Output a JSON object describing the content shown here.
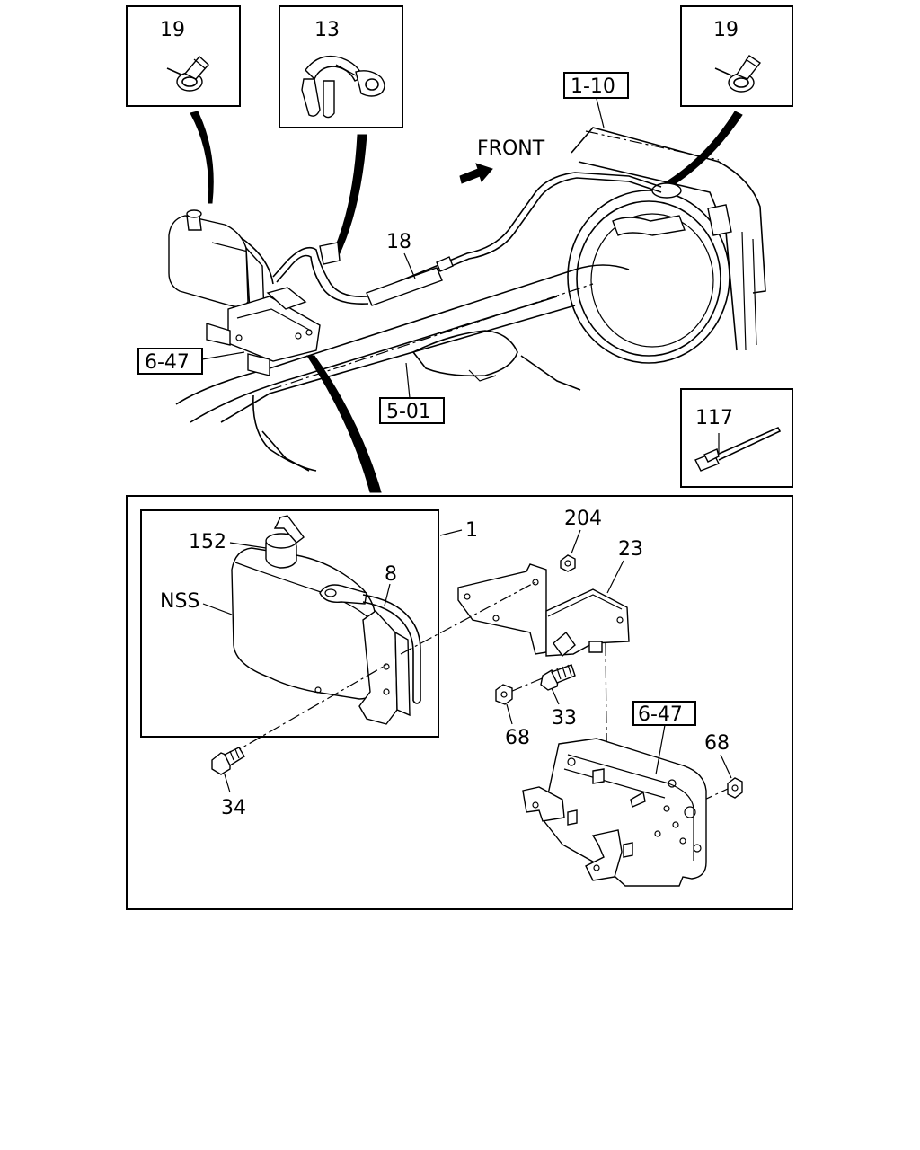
{
  "direction_label": "FRONT",
  "callouts": {
    "clamp_left": "19",
    "clip": "13",
    "radiator_ref": "1-10",
    "clamp_right": "19",
    "hose": "18",
    "bracket_ref_top": "6-47",
    "frame_ref": "5-01",
    "tie": "117",
    "tank_assembly": "1",
    "cap": "152",
    "tank": "NSS",
    "tube": "8",
    "nut_top": "204",
    "bracket": "23",
    "bracket_ref_detail": "6-47",
    "nut_left": "68",
    "bolt_mid": "33",
    "nut_right": "68",
    "bolt_left": "34"
  }
}
